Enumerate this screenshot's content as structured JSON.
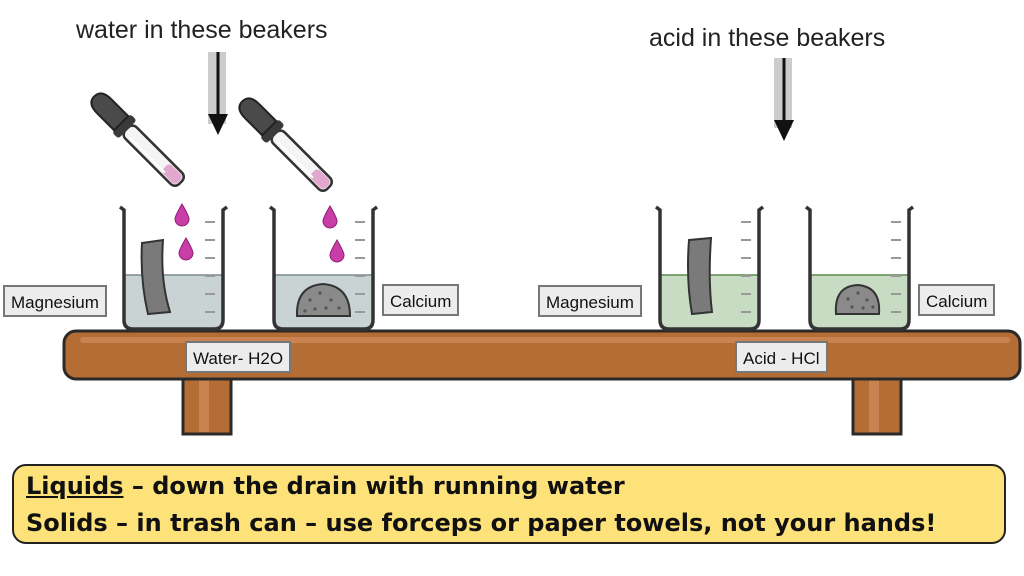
{
  "captions": {
    "water": "water in these beakers",
    "acid": "acid in these beakers"
  },
  "labels": {
    "magnesium_water": "Magnesium",
    "calcium_water": "Calcium",
    "magnesium_acid": "Magnesium",
    "calcium_acid": "Calcium",
    "water_tag": "Water- H2O",
    "acid_tag": "Acid - HCl"
  },
  "note": {
    "line1_keyword": "Liquids",
    "line1_rest": " – down the drain with running water",
    "line2": "Solids – in trash can – use forceps or paper towels, not your hands!"
  },
  "colors": {
    "water": "#c9d3d3",
    "acid": "#c8dcc3",
    "acid_line": "#5d8a4f",
    "wood": "#b46d34",
    "drop": "#c93da6",
    "note_background": "#fde27a"
  }
}
